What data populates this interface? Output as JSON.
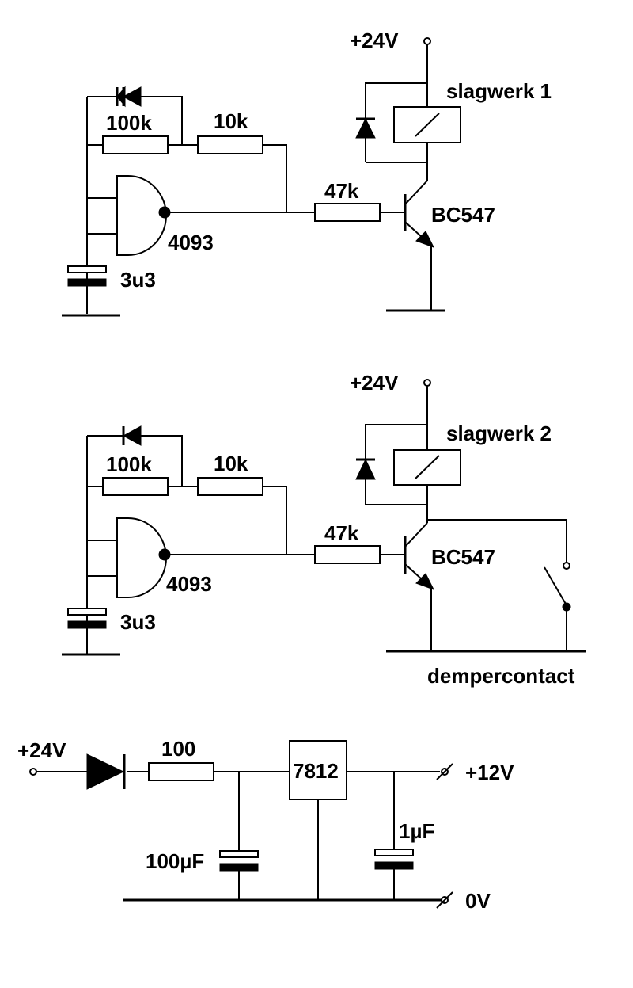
{
  "circuits": [
    {
      "supply": "+24V",
      "relay": "slagwerk 1",
      "transistor": "BC547",
      "gate": "4093",
      "capacitor": "3u3",
      "resistors": {
        "feedback": "100k",
        "series": "10k",
        "base": "47k"
      }
    },
    {
      "supply": "+24V",
      "relay": "slagwerk 2",
      "transistor": "BC547",
      "gate": "4093",
      "capacitor": "3u3",
      "resistors": {
        "feedback": "100k",
        "series": "10k",
        "base": "47k"
      },
      "switch": "dempercontact"
    }
  ],
  "power_supply": {
    "input": "+24V",
    "resistor": "100",
    "regulator": "7812",
    "cap_in": "100µF",
    "cap_out": "1µF",
    "output": "+12V",
    "ground": "0V"
  }
}
